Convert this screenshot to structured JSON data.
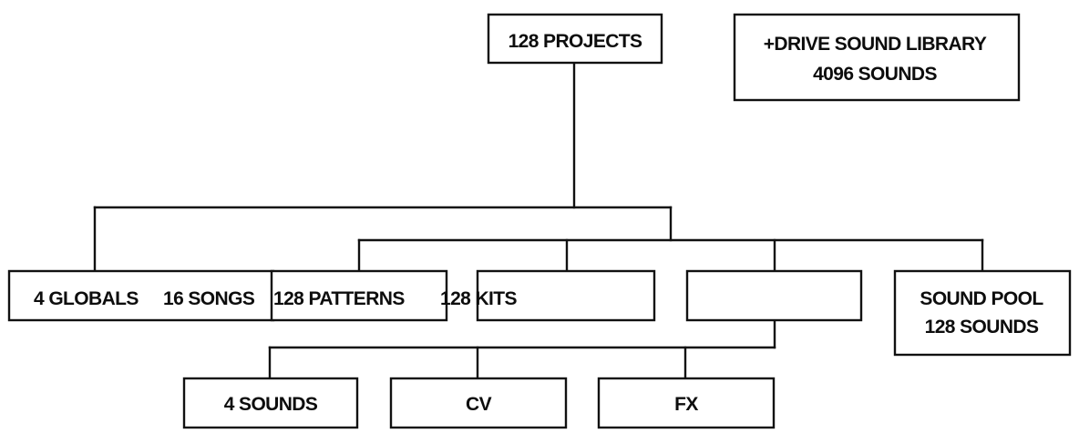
{
  "nodes": {
    "projects": {
      "label": "128 PROJECTS"
    },
    "drive_library": {
      "line1": "+DRIVE SOUND LIBRARY",
      "line2": "4096 SOUNDS"
    },
    "globals": {
      "label": "4 GLOBALS"
    },
    "songs": {
      "label": "16 SONGS"
    },
    "patterns": {
      "label": "128 PATTERNS"
    },
    "kits": {
      "label": "128 KITS"
    },
    "kit_detail": {
      "label": ""
    },
    "sound_pool": {
      "line1": "SOUND POOL",
      "line2": "128 SOUNDS"
    },
    "sounds": {
      "label": "4 SOUNDS"
    },
    "cv": {
      "label": "CV"
    },
    "fx": {
      "label": "FX"
    }
  }
}
